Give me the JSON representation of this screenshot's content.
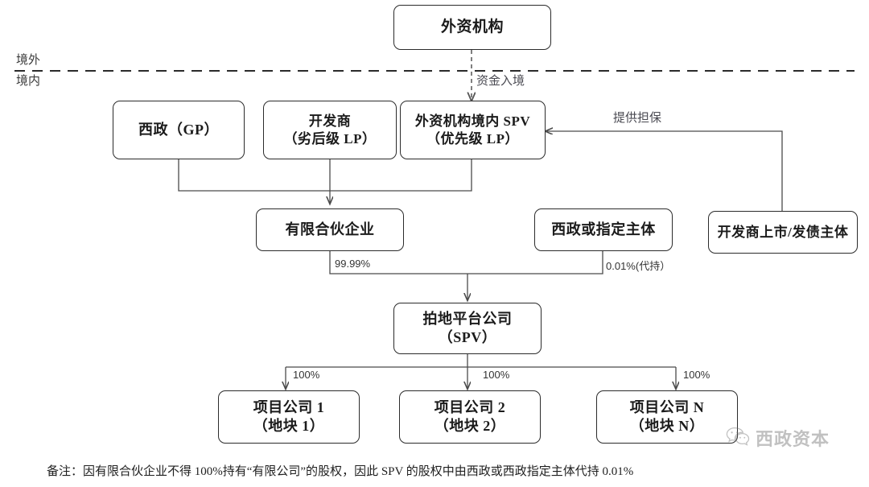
{
  "diagram": {
    "title_nodes": {
      "foreign_institution": {
        "l1": "外资机构"
      },
      "xizheng_gp": {
        "l1": "西政（GP）"
      },
      "developer_lp": {
        "l1": "开发商",
        "l2": "（劣后级 LP）"
      },
      "onshore_spv": {
        "l1": "外资机构境内 SPV",
        "l2": "（优先级 LP）"
      },
      "limited_partnership": {
        "l1": "有限合伙企业"
      },
      "xizheng_designated": {
        "l1": "西政或指定主体"
      },
      "developer_listed": {
        "l1": "开发商上市/发债主体"
      },
      "bidding_platform": {
        "l1": "拍地平台公司",
        "l2": "（SPV）"
      },
      "project_company_1": {
        "l1": "项目公司 1",
        "l2": "（地块 1）"
      },
      "project_company_2": {
        "l1": "项目公司 2",
        "l2": "（地块 2）"
      },
      "project_company_n": {
        "l1": "项目公司 N",
        "l2": "（地块 N）"
      }
    },
    "zone_labels": {
      "offshore": "境外",
      "onshore": "境内"
    },
    "edge_labels": {
      "funds_inbound": "资金入境",
      "provide_guarantee": "提供担保",
      "share_9999": "99.99%",
      "share_001": "0.01%(代持）",
      "pc1_pct": "100%",
      "pc2_pct": "100%",
      "pcn_pct": "100%"
    },
    "footnote": "备注：因有限合伙企业不得 100%持有“有限公司”的股权，因此 SPV 的股权中由西政或西政指定主体代持 0.01%",
    "watermark": {
      "text": "西政资本",
      "icon": "wechat-icon"
    },
    "colors": {
      "stroke": "#2b2b2b",
      "wire": "#4a4a4a",
      "text": "#1b1b1b",
      "background": "#ffffff"
    }
  }
}
